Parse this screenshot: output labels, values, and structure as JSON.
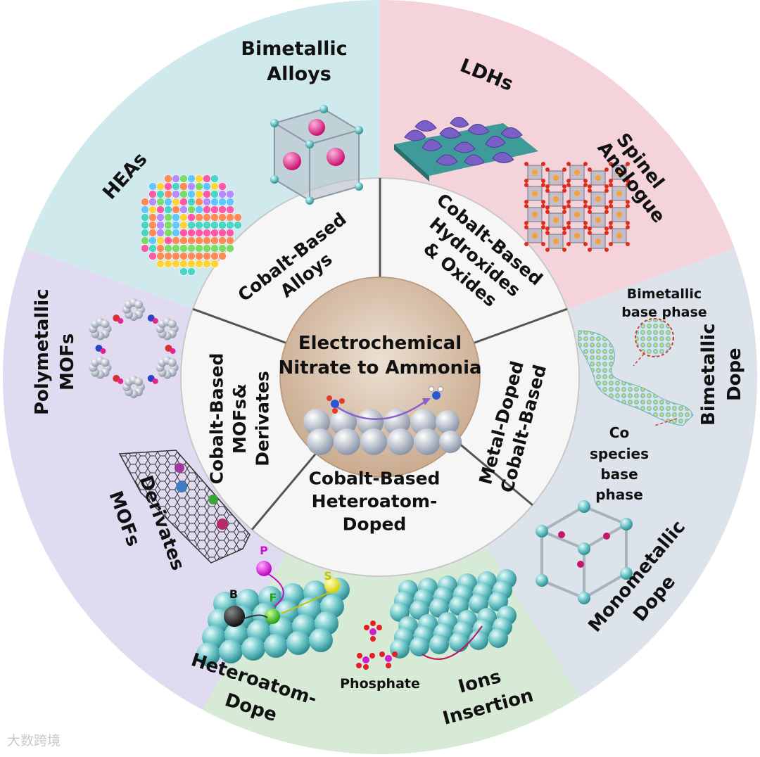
{
  "center": {
    "line1": "Electrochemical",
    "line2": "Nitrate to Ammonia"
  },
  "inner_ring": [
    {
      "id": "alloys",
      "lines": [
        "Cobalt-Based",
        "Alloys"
      ]
    },
    {
      "id": "hydroxides",
      "lines": [
        "Cobalt-Based",
        "Hydroxides",
        "& Oxides"
      ]
    },
    {
      "id": "metal_doped",
      "lines": [
        "Metal-Doped",
        "Cobalt-Based"
      ]
    },
    {
      "id": "heteroatom",
      "lines": [
        "Cobalt-Based",
        "Heteroatom-",
        "Doped"
      ]
    },
    {
      "id": "mofs",
      "lines": [
        "Cobalt-Based",
        "MOFs&",
        "Derivates"
      ]
    }
  ],
  "outer_labels": {
    "bimetallic_alloys": [
      "Bimetallic",
      "Alloys"
    ],
    "heas": "HEAs",
    "ldhs": "LDHs",
    "spinel": [
      "Spinel",
      "Analogue"
    ],
    "bimetallic_base_phase": [
      "Bimetallic",
      "base phase"
    ],
    "bimetallic_dope": [
      "Bimetallic",
      "Dope"
    ],
    "co_species": [
      "Co",
      "species",
      "base",
      "phase"
    ],
    "monometallic_dope": [
      "Monometallic",
      "Dope"
    ],
    "heteroatom_dope": [
      "Heteroatom-",
      "Dope"
    ],
    "ions_insertion": [
      "Ions",
      "Insertion"
    ],
    "phosphate": "Phosphate",
    "polymetallic_mofs": [
      "Polymetallic",
      "MOFs"
    ],
    "mofs_derivates": [
      "MOFs",
      "Derivates"
    ],
    "elements": {
      "p": "P",
      "s": "S",
      "b": "B",
      "f": "F"
    }
  },
  "watermark": "大数跨境",
  "colors": {
    "sector_alloys": "#cfe9ec",
    "sector_hydroxides": "#f4d4da",
    "sector_metal_doped": "#dde3ea",
    "sector_heteroatom": "#d6ead6",
    "sector_mofs": "#e1dbf2",
    "center": "#d8c1ab",
    "sphere": "#7fcfd2",
    "ldh": "#7a5fc7",
    "pink": "#e8238f"
  }
}
